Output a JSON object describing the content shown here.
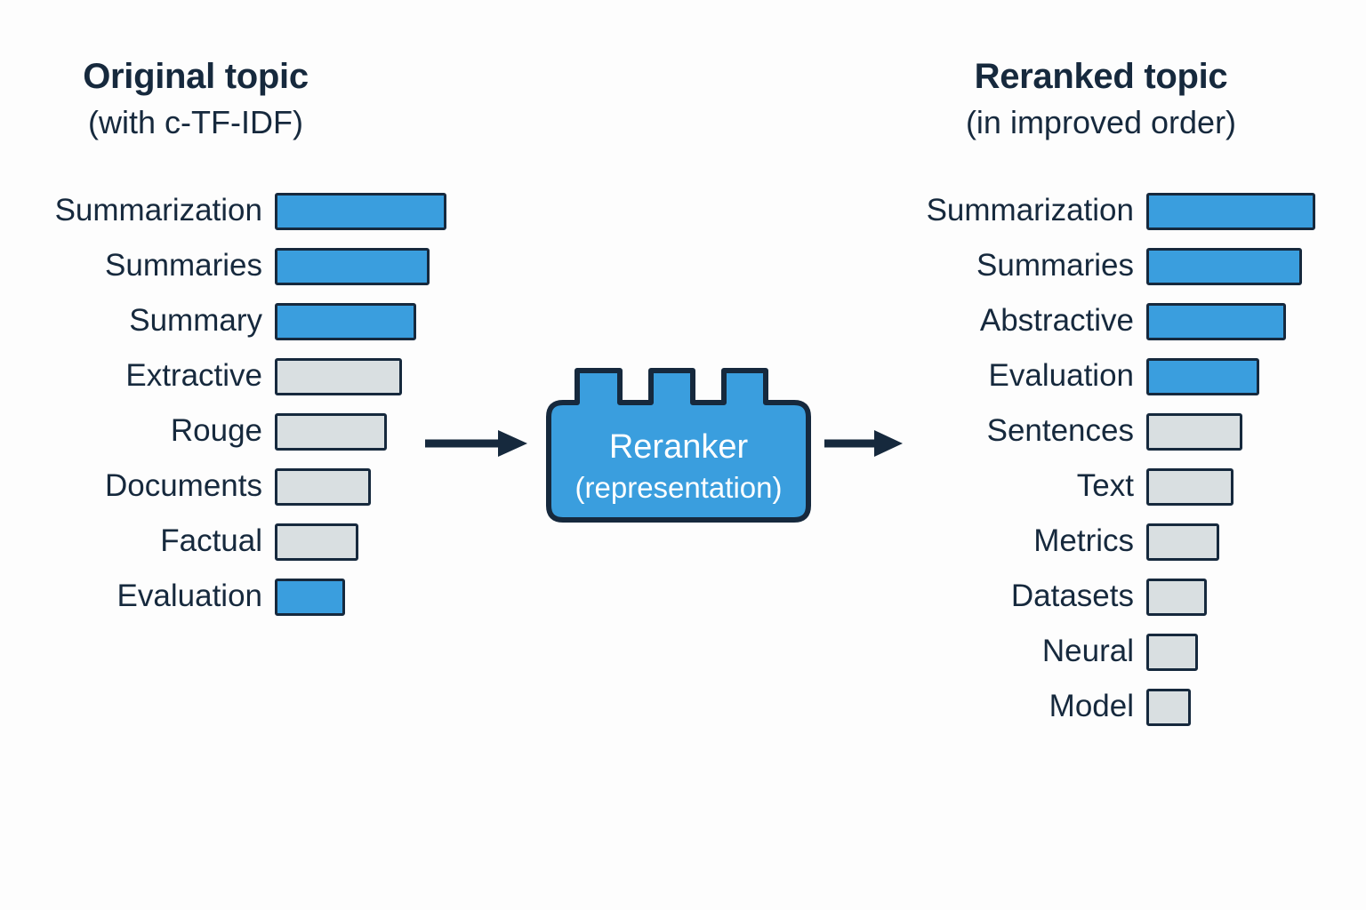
{
  "columns": {
    "left": {
      "title": "Original topic",
      "subtitle": "(with c-TF-IDF)",
      "rows": [
        {
          "label": "Summarization",
          "width": 193,
          "style": "accent"
        },
        {
          "label": "Summaries",
          "width": 174,
          "style": "accent"
        },
        {
          "label": "Summary",
          "width": 159,
          "style": "accent"
        },
        {
          "label": "Extractive",
          "width": 143,
          "style": "muted"
        },
        {
          "label": "Rouge",
          "width": 126,
          "style": "muted"
        },
        {
          "label": "Documents",
          "width": 108,
          "style": "muted"
        },
        {
          "label": "Factual",
          "width": 94,
          "style": "muted"
        },
        {
          "label": "Evaluation",
          "width": 79,
          "style": "accent"
        }
      ]
    },
    "right": {
      "title": "Reranked topic",
      "subtitle": "(in improved order)",
      "rows": [
        {
          "label": "Summarization",
          "width": 190,
          "style": "accent"
        },
        {
          "label": "Summaries",
          "width": 175,
          "style": "accent"
        },
        {
          "label": "Abstractive",
          "width": 157,
          "style": "accent"
        },
        {
          "label": "Evaluation",
          "width": 127,
          "style": "accent"
        },
        {
          "label": "Sentences",
          "width": 108,
          "style": "muted"
        },
        {
          "label": "Text",
          "width": 98,
          "style": "muted"
        },
        {
          "label": "Metrics",
          "width": 82,
          "style": "muted"
        },
        {
          "label": "Datasets",
          "width": 68,
          "style": "muted"
        },
        {
          "label": "Neural",
          "width": 58,
          "style": "muted"
        },
        {
          "label": "Model",
          "width": 50,
          "style": "muted"
        }
      ]
    }
  },
  "reranker": {
    "line1": "Reranker",
    "line2": "(representation)"
  },
  "colors": {
    "accent_blue": "#3a9ede",
    "muted_gray": "#d9dfe1",
    "ink": "#16293d",
    "background": "#fdfdfd",
    "on_accent_text": "#ffffff"
  },
  "chart_data": {
    "type": "bar",
    "title": "Original topic vs. Reranked topic keyword weights",
    "orientation": "horizontal",
    "xlabel": "",
    "ylabel": "",
    "grid": false,
    "legend_position": "none",
    "panels": [
      {
        "name": "Original topic (with c-TF-IDF)",
        "categories": [
          "Summarization",
          "Summaries",
          "Summary",
          "Extractive",
          "Rouge",
          "Documents",
          "Factual",
          "Evaluation"
        ],
        "values": [
          193,
          174,
          159,
          143,
          126,
          108,
          94,
          79
        ],
        "highlighted": [
          "Summarization",
          "Summaries",
          "Summary",
          "Evaluation"
        ]
      },
      {
        "name": "Reranked topic (in improved order)",
        "categories": [
          "Summarization",
          "Summaries",
          "Abstractive",
          "Evaluation",
          "Sentences",
          "Text",
          "Metrics",
          "Datasets",
          "Neural",
          "Model"
        ],
        "values": [
          190,
          175,
          157,
          127,
          108,
          98,
          82,
          68,
          58,
          50
        ],
        "highlighted": [
          "Summarization",
          "Summaries",
          "Abstractive",
          "Evaluation"
        ]
      }
    ]
  }
}
